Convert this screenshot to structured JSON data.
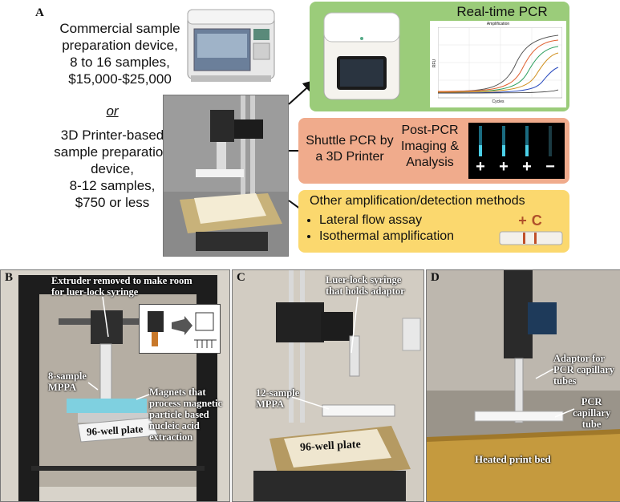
{
  "panel_a": {
    "letter": "A",
    "commercial": [
      "Commercial sample",
      "preparation device,",
      "8 to 16 samples,",
      "$15,000-$25,000"
    ],
    "or_text": "or",
    "printer": [
      "3D Printer-based",
      "sample preparation",
      "device,",
      "8-12 samples,",
      "$750 or less"
    ],
    "green_box": {
      "title": "Real-time PCR",
      "plot_title": "Amplification",
      "plot_xlabel": "Cycles",
      "plot_ylabel": "RFU",
      "color": "#9bcc7a"
    },
    "orange_box": {
      "left_text": [
        "Shuttle PCR by",
        "a 3D Printer"
      ],
      "right_text": [
        "Post-PCR",
        "Imaging &",
        "Analysis"
      ],
      "signs": [
        "+",
        "+",
        "+",
        "−"
      ],
      "color": "#f0ab8c"
    },
    "yellow_box": {
      "title": "Other amplification/detection methods",
      "items": [
        "Lateral flow assay",
        "Isothermal amplification"
      ],
      "strip_label": "+C",
      "color": "#fbd86e"
    }
  },
  "panel_b": {
    "letter": "B",
    "label_extruder": [
      "Extruder removed to make room",
      "for luer-lock syringe"
    ],
    "label_mppa": [
      "8-sample",
      "MPPA"
    ],
    "label_magnets": [
      "Magnets that",
      "process magnetic",
      "particle based",
      "nucleic acid",
      "extraction"
    ],
    "label_plate": "96-well plate"
  },
  "panel_c": {
    "letter": "C",
    "label_syringe": [
      "Luer-lock syringe",
      "that holds adaptor"
    ],
    "label_mppa": [
      "12-sample",
      "MPPA"
    ],
    "label_plate": "96-well plate"
  },
  "panel_d": {
    "letter": "D",
    "label_adaptor": [
      "Adaptor for",
      "PCR capillary",
      "tubes"
    ],
    "label_tube": [
      "PCR",
      "capillary",
      "tube"
    ],
    "label_bed": "Heated print bed"
  }
}
